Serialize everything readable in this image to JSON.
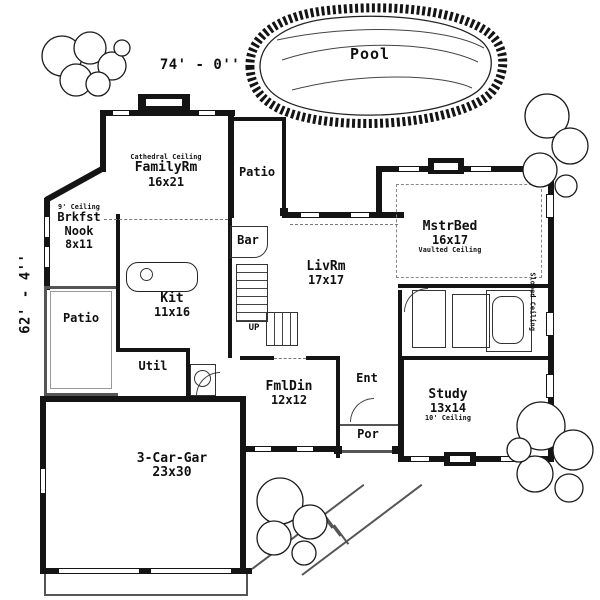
{
  "colors": {
    "ink": "#141414",
    "paper": "#ffffff"
  },
  "plan": {
    "dim_top": "74' - 0''",
    "dim_left": "62' - 4''",
    "pool_label": "Pool"
  },
  "rooms": {
    "family": {
      "note": "Cathedral Ceiling",
      "label": "FamilyRm",
      "size": "16x21"
    },
    "patio_top": {
      "label": "Patio"
    },
    "brkfst": {
      "note": "9' Ceiling",
      "label": "Brkfst",
      "label2": "Nook",
      "size": "8x11"
    },
    "bar": {
      "label": "Bar"
    },
    "livrm": {
      "label": "LivRm",
      "size": "17x17"
    },
    "mstrbed": {
      "label": "MstrBed",
      "size": "16x17",
      "note": "Vaulted Ceiling"
    },
    "sloped": {
      "label": "Sloped Ceiling"
    },
    "kit": {
      "label": "Kit",
      "size": "11x16"
    },
    "patio_left": {
      "label": "Patio"
    },
    "util": {
      "label": "Util"
    },
    "up": {
      "label": "UP"
    },
    "fmldin": {
      "label": "FmlDin",
      "size": "12x12"
    },
    "ent": {
      "label": "Ent"
    },
    "study": {
      "label": "Study",
      "size": "13x14",
      "note": "10' Ceiling"
    },
    "por": {
      "label": "Por"
    },
    "garage": {
      "label": "3-Car-Gar",
      "size": "23x30"
    }
  }
}
